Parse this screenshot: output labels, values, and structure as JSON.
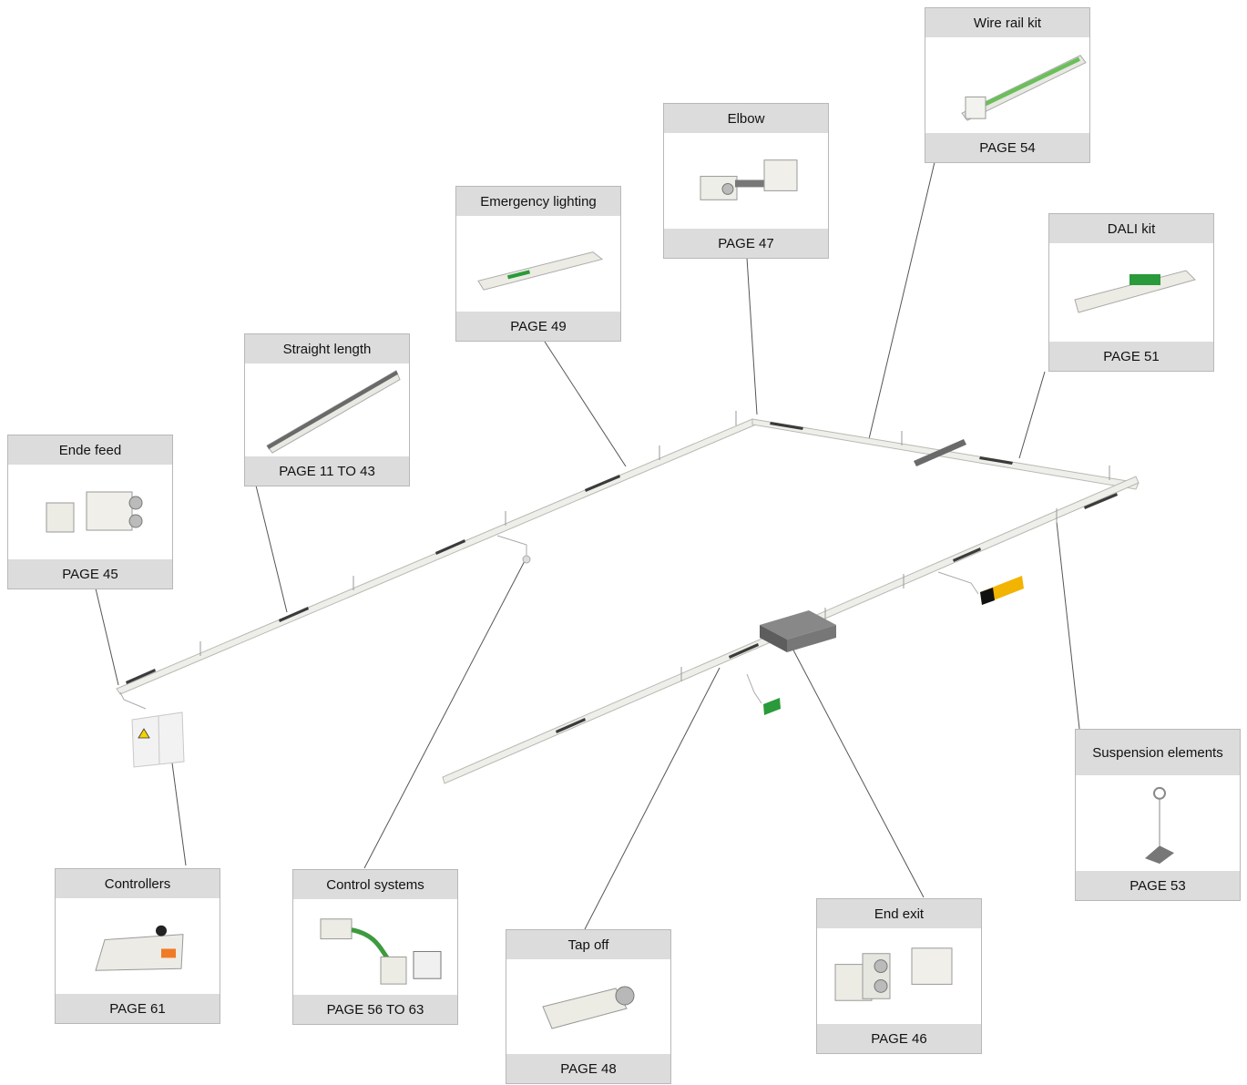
{
  "cards": {
    "wire_rail_kit": {
      "title": "Wire rail kit",
      "page": "PAGE 54"
    },
    "elbow": {
      "title": "Elbow",
      "page": "PAGE 47"
    },
    "emergency_lighting": {
      "title": "Emergency lighting",
      "page": "PAGE 49"
    },
    "dali_kit": {
      "title": "DALI kit",
      "page": "PAGE 51"
    },
    "straight_length": {
      "title": "Straight length",
      "page": "PAGE 11 TO 43"
    },
    "ende_feed": {
      "title": "Ende feed",
      "page": "PAGE 45"
    },
    "suspension_elements": {
      "title": "Suspension elements",
      "page": "PAGE 53"
    },
    "controllers": {
      "title": "Controllers",
      "page": "PAGE 61"
    },
    "control_systems": {
      "title": "Control systems",
      "page": "PAGE 56 TO 63"
    },
    "tap_off": {
      "title": "Tap off",
      "page": "PAGE 48"
    },
    "end_exit": {
      "title": "End exit",
      "page": "PAGE 46"
    }
  },
  "colors": {
    "card_band": "#dcdcdc",
    "card_border": "#b8b8b8",
    "rail": "#eeeeea",
    "rail_edge": "#b9b9b2",
    "leader_line": "#555555",
    "emergency_green": "#2a9a3a",
    "sign_yellow": "#f2b400"
  }
}
